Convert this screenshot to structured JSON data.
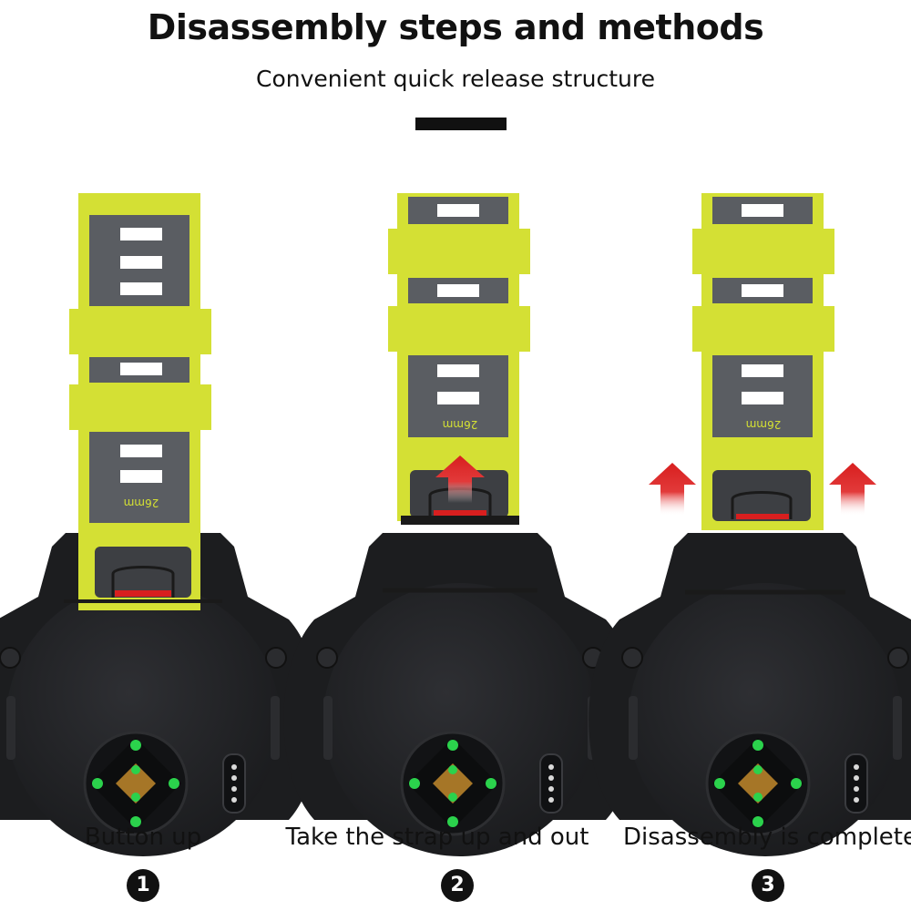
{
  "header": {
    "title": "Disassembly steps and methods",
    "subtitle": "Convenient quick release structure"
  },
  "strap": {
    "size_mark": "26mm"
  },
  "colors": {
    "strap_lime": "#d4e034",
    "strap_gray": "#5a5d62",
    "watch_black": "#222326",
    "sensor_green": "#2bd24c",
    "arrow_red": "#d81f1f"
  },
  "steps": [
    {
      "label": "Button up",
      "number": "1",
      "icon": "red-up-arrow-on-buckle"
    },
    {
      "label": "Take the strap up and out",
      "number": "2",
      "icon": "red-up-arrow-above-buckle"
    },
    {
      "label": "Disassembly is complete",
      "number": "3",
      "icon": "red-up-arrows-beside-strap"
    }
  ]
}
